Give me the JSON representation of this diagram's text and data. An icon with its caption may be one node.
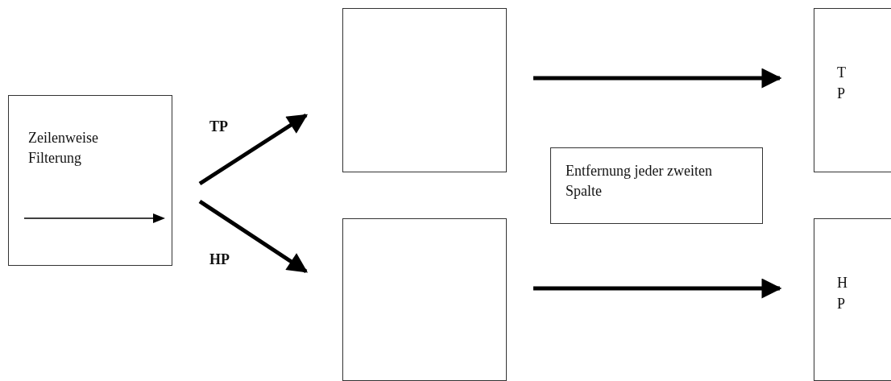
{
  "diagram": {
    "nodes": [
      {
        "text": [
          "Zeilenweise Filterung"
        ]
      },
      {
        "text": [],
        "shape": "box"
      },
      {
        "text": [],
        "shape": "box"
      },
      {
        "text": [
          "Entfernung jeder zweiten Spalte"
        ]
      },
      {
        "text": [
          "TP"
        ]
      },
      {
        "text": [
          "HP"
        ]
      }
    ],
    "edges": [
      {
        "from": 0,
        "to": 1,
        "arrow": "to",
        "label": "TP"
      },
      {
        "from": 0,
        "to": 2,
        "arrow": "to",
        "label": "HP"
      },
      {
        "from": 1,
        "to": 4,
        "arrow": "to"
      },
      {
        "from": 2,
        "to": 5,
        "arrow": "to"
      }
    ]
  }
}
